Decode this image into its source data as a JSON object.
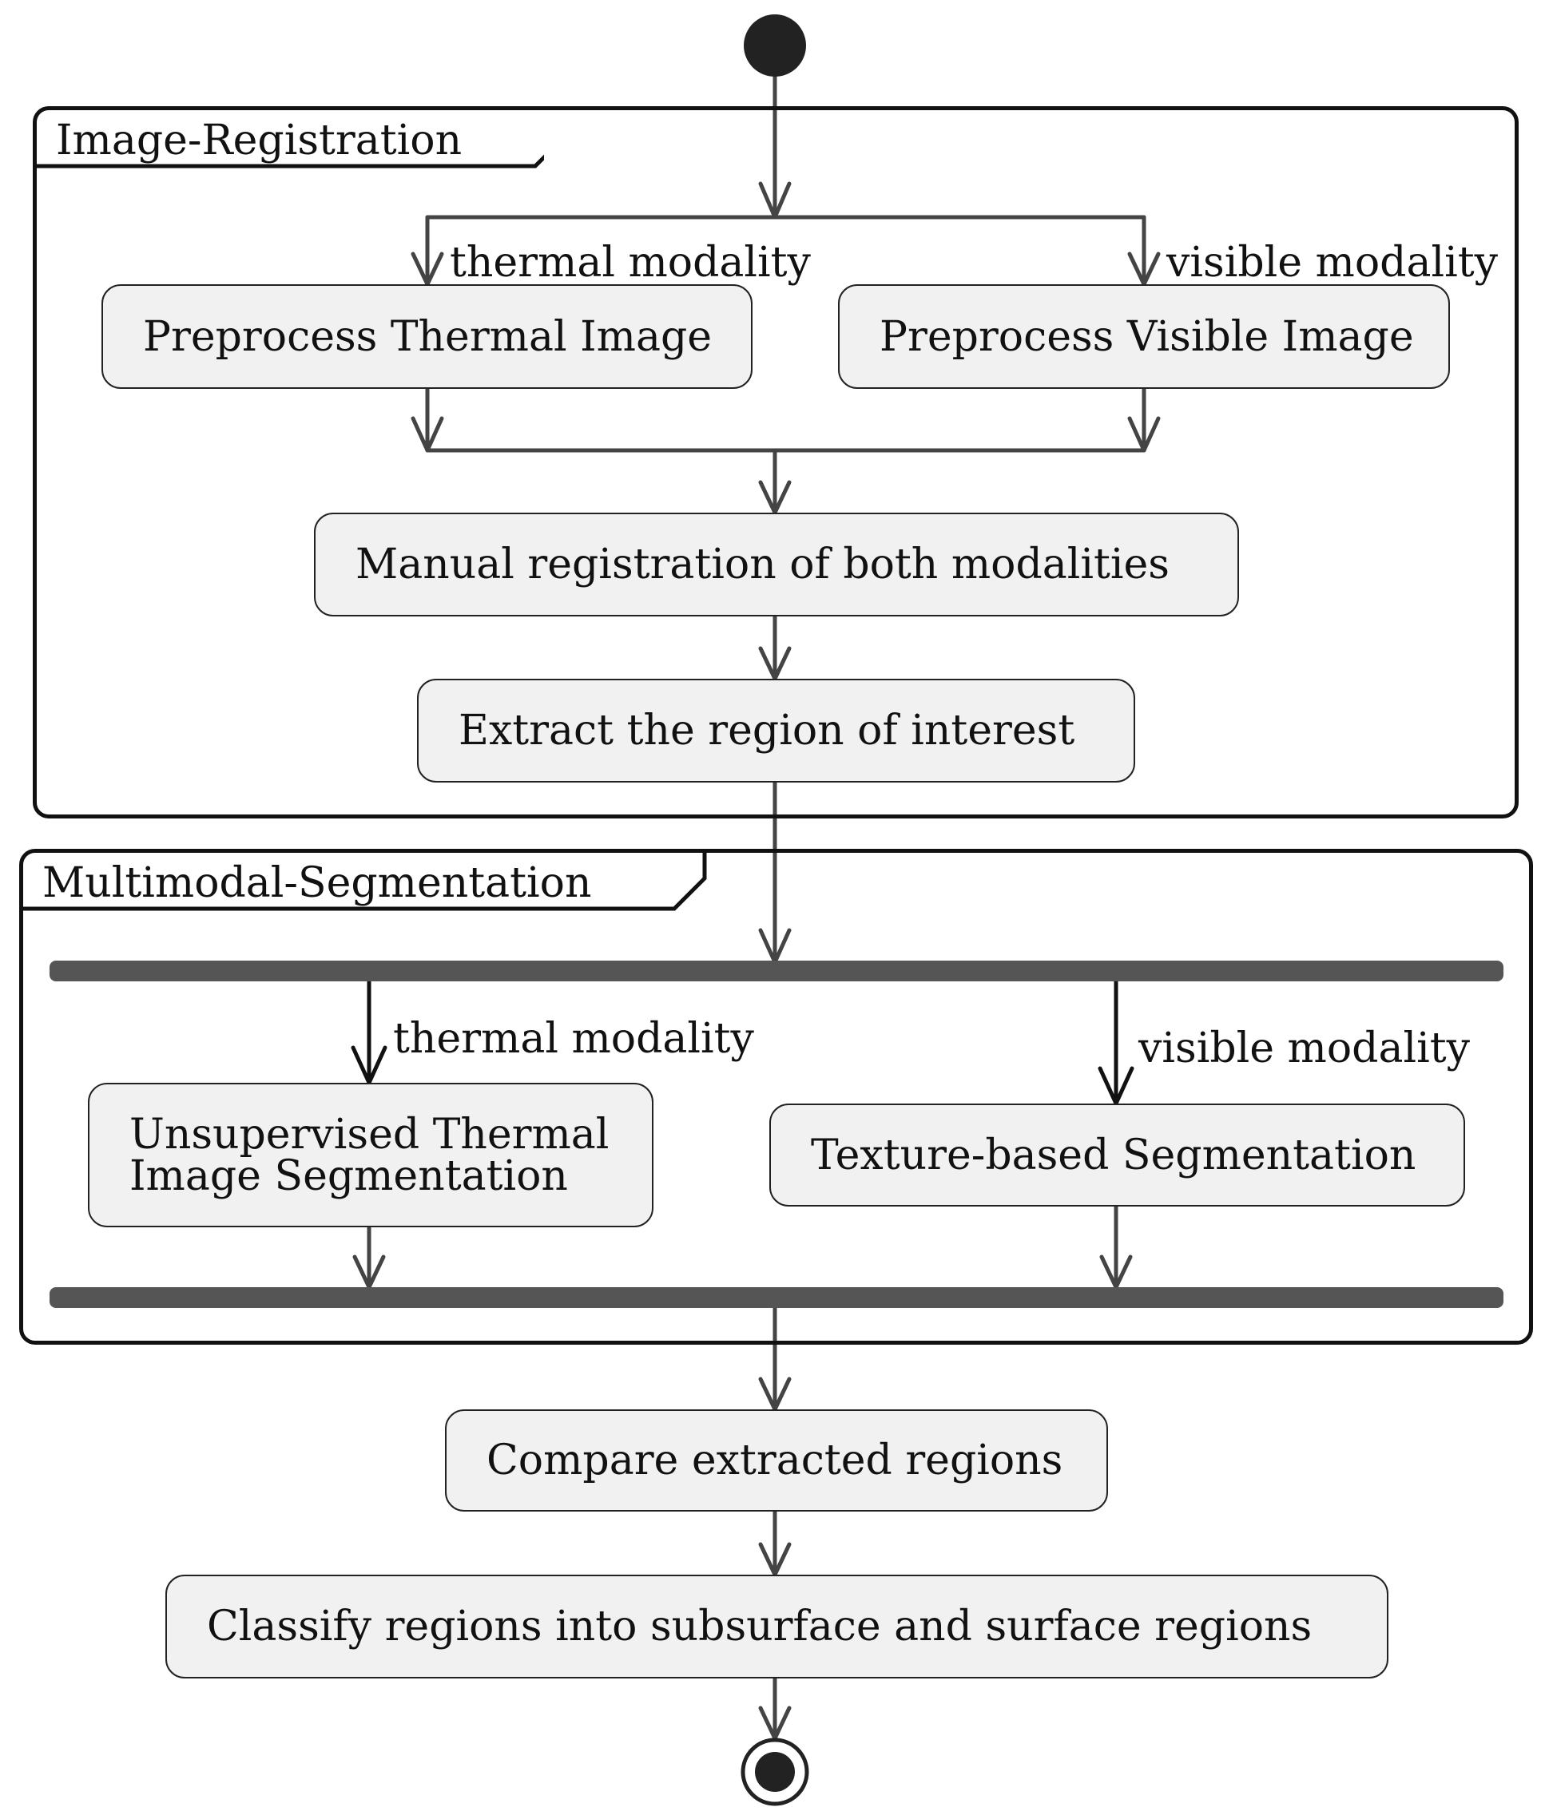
{
  "frames": {
    "registration": {
      "label": "Image-Registration"
    },
    "segmentation": {
      "label": "Multimodal-Segmentation"
    }
  },
  "activities": {
    "preprocess_thermal": "Preprocess Thermal Image",
    "preprocess_visible": "Preprocess Visible Image",
    "manual_registration": "Manual registration of both modalities",
    "extract_roi": "Extract the region of interest",
    "unsupervised_thermal": "Unsupervised Thermal\nImage Segmentation",
    "texture_segmentation": "Texture-based Segmentation",
    "compare_regions": "Compare extracted regions",
    "classify_regions": "Classify regions into subsurface and surface regions"
  },
  "guards": {
    "reg_thermal": "thermal modality",
    "reg_visible": "visible modality",
    "seg_thermal": "thermal modality",
    "seg_visible": "visible modality"
  },
  "colors": {
    "node": "#222222",
    "edge": "#444444",
    "activity_fill": "#f1f1f1",
    "fork_bar": "#555555"
  }
}
